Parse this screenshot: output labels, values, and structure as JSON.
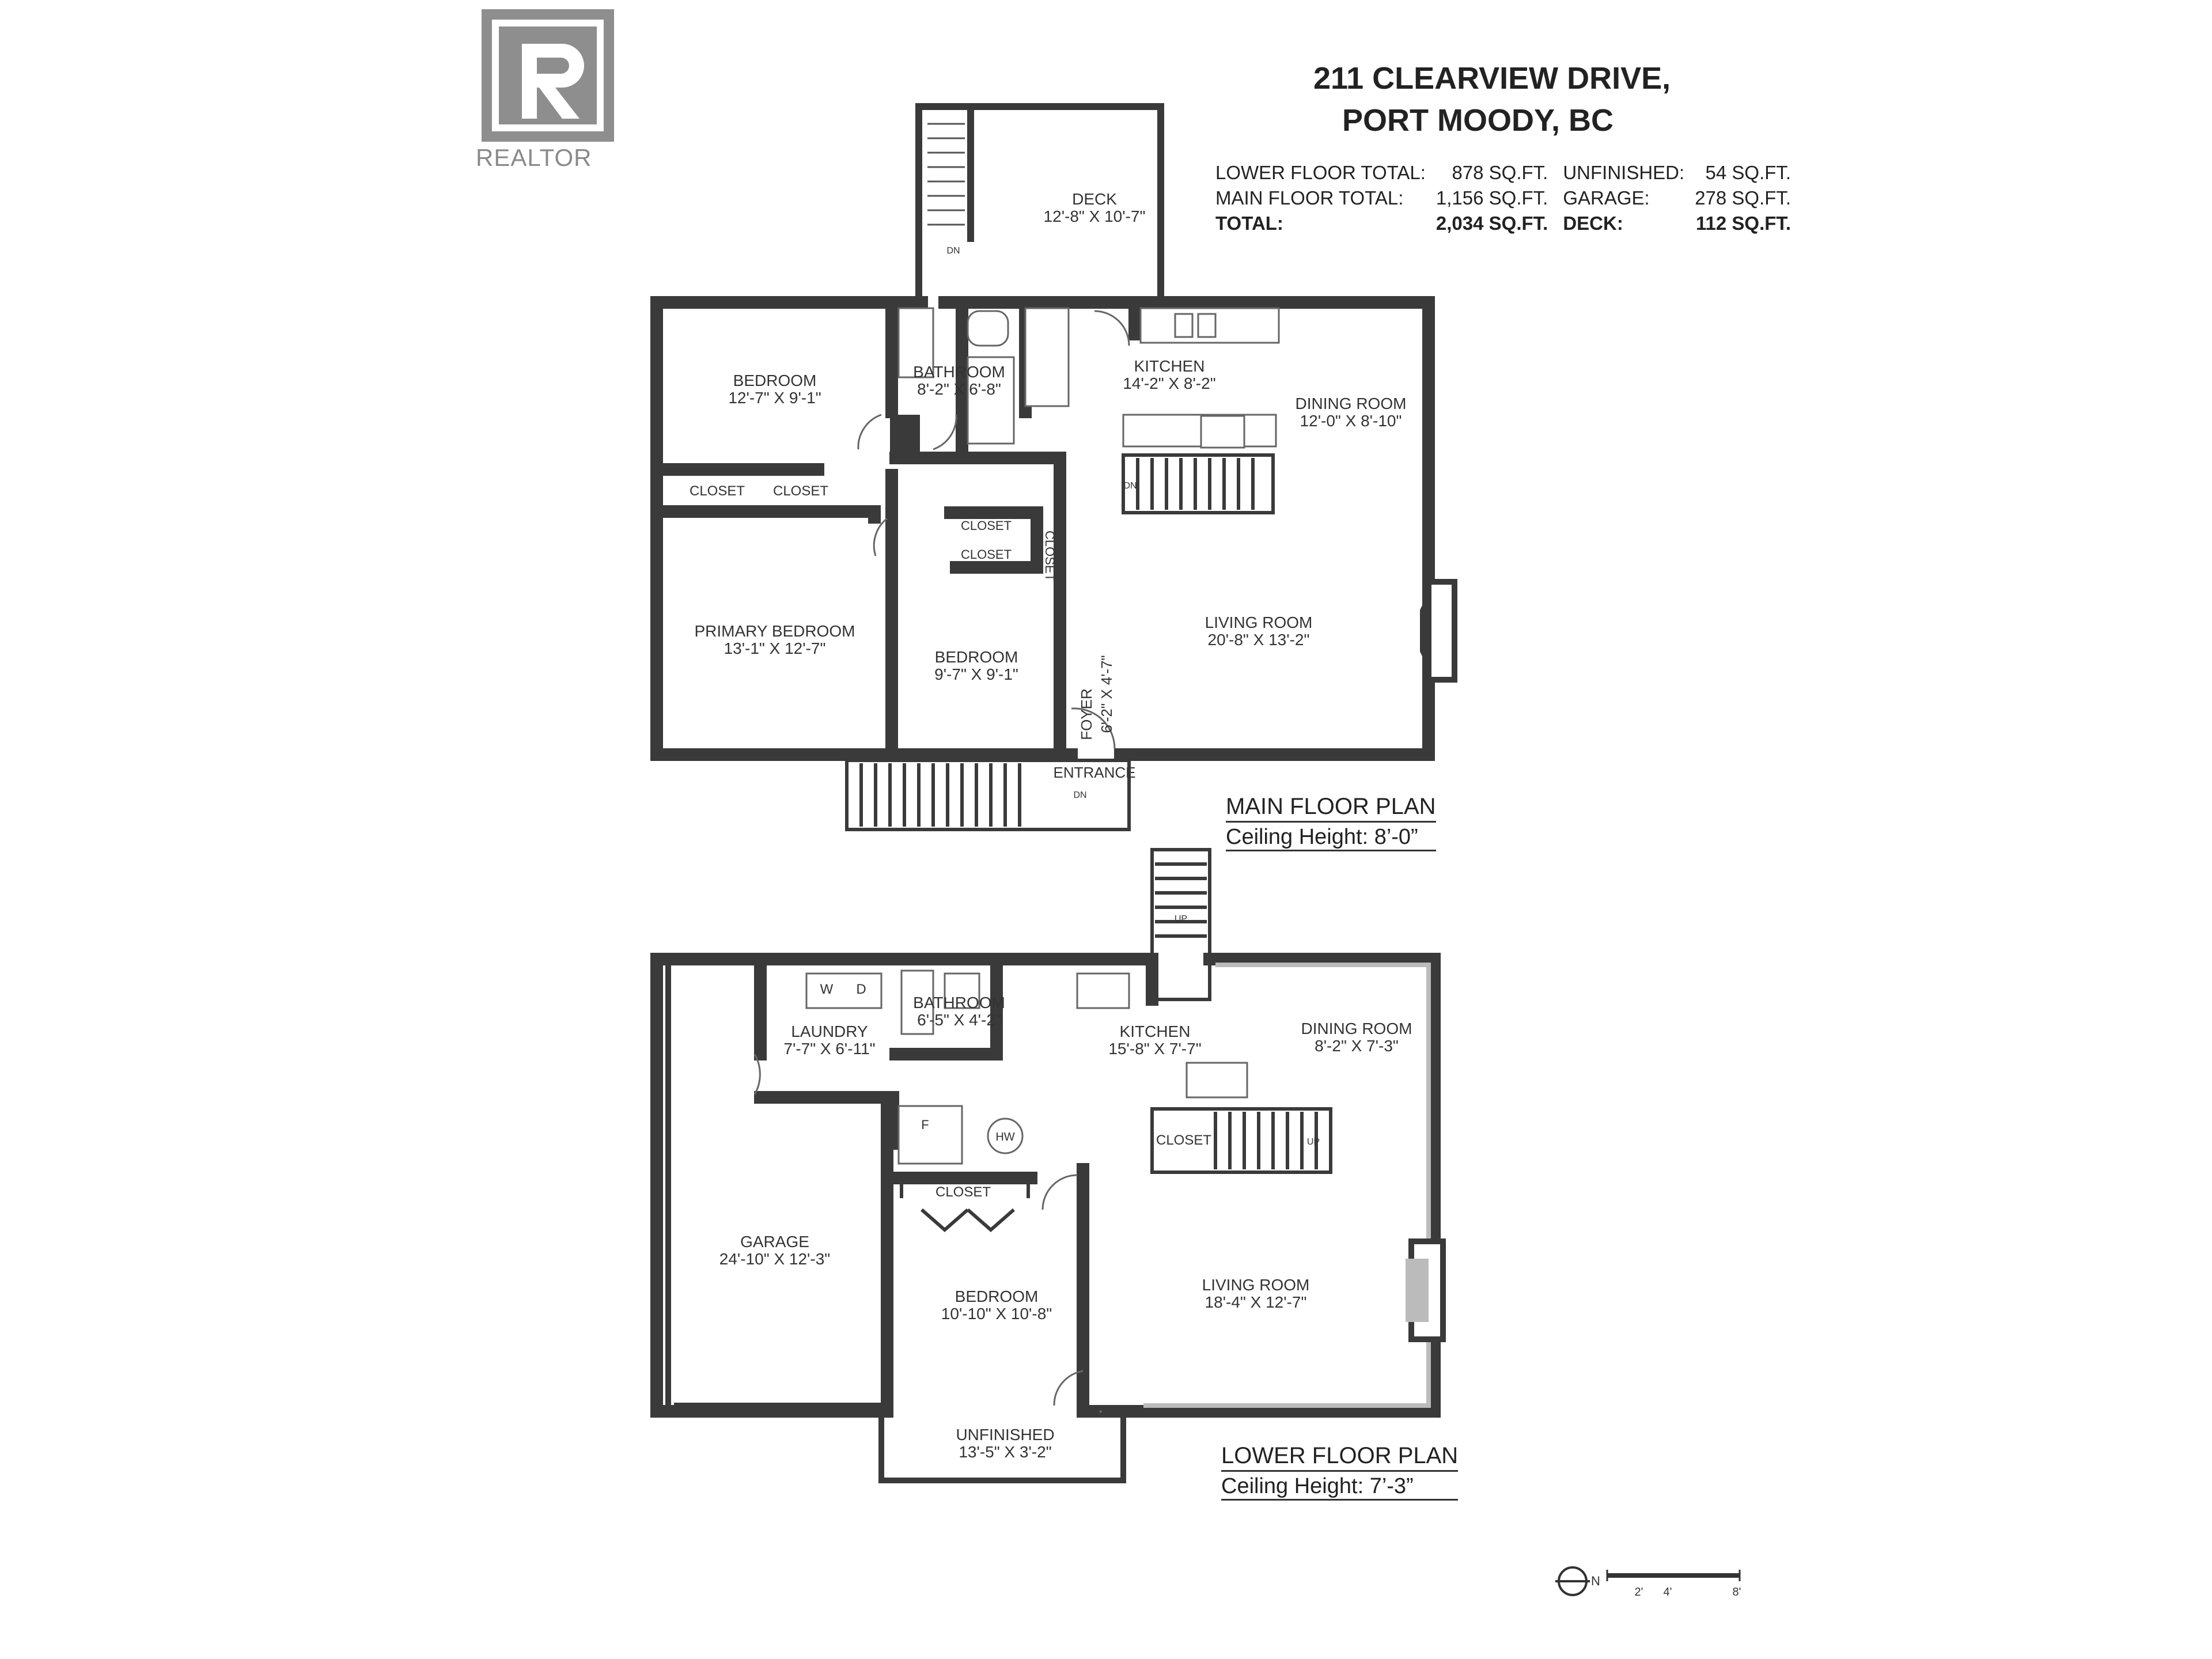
{
  "logo": {
    "text": "REALTOR",
    "icon": "realtor-r-logo"
  },
  "address": {
    "line1": "211 CLEARVIEW DRIVE,",
    "line2": "PORT MOODY, BC"
  },
  "stats": [
    {
      "label": "LOWER FLOOR TOTAL:",
      "value": "878 SQ.FT.",
      "label2": "UNFINISHED:",
      "value2": "54 SQ.FT.",
      "bold": false
    },
    {
      "label": "MAIN FLOOR TOTAL:",
      "value": "1,156 SQ.FT.",
      "label2": "GARAGE:",
      "value2": "278 SQ.FT.",
      "bold": false
    },
    {
      "label": "TOTAL:",
      "value": "2,034 SQ.FT.",
      "label2": "DECK:",
      "value2": "112 SQ.FT.",
      "bold": true
    }
  ],
  "main_floor": {
    "title": "MAIN FLOOR PLAN",
    "ceiling": "Ceiling Height: 8’-0”",
    "rooms": [
      {
        "id": "deck",
        "name": "DECK",
        "dim": "12'-8\" X 10'-7\""
      },
      {
        "id": "bedroom1",
        "name": "BEDROOM",
        "dim": "12'-7\" X 9'-1\""
      },
      {
        "id": "bathroom",
        "name": "BATHROOM",
        "dim": "8'-2\" X 6'-8\""
      },
      {
        "id": "kitchen",
        "name": "KITCHEN",
        "dim": "14'-2\" X 8'-2\""
      },
      {
        "id": "dining",
        "name": "DINING ROOM",
        "dim": "12'-0\" X 8'-10\""
      },
      {
        "id": "primary",
        "name": "PRIMARY BEDROOM",
        "dim": "13'-1\" X 12'-7\""
      },
      {
        "id": "bedroom2",
        "name": "BEDROOM",
        "dim": "9'-7\" X 9'-1\""
      },
      {
        "id": "living",
        "name": "LIVING ROOM",
        "dim": "20'-8\" X 13'-2\""
      }
    ],
    "labels": {
      "closet": "CLOSET",
      "foyer": "FOYER",
      "foyer_dim": "6'-2\" X 4'-7\"",
      "entrance": "ENTRANCE",
      "dn": "DN"
    }
  },
  "lower_floor": {
    "title": "LOWER FLOOR PLAN",
    "ceiling": "Ceiling Height: 7’-3”",
    "rooms": [
      {
        "id": "laundry",
        "name": "LAUNDRY",
        "dim": "7'-7\" X 6'-11\""
      },
      {
        "id": "bathroom",
        "name": "BATHROOM",
        "dim": "6'-5\" X 4'-2\""
      },
      {
        "id": "kitchen",
        "name": "KITCHEN",
        "dim": "15'-8\" X 7'-7\""
      },
      {
        "id": "dining",
        "name": "DINING ROOM",
        "dim": "8'-2\" X 7'-3\""
      },
      {
        "id": "garage",
        "name": "GARAGE",
        "dim": "24'-10\" X 12'-3\""
      },
      {
        "id": "bedroom",
        "name": "BEDROOM",
        "dim": "10'-10\" X 10'-8\""
      },
      {
        "id": "living",
        "name": "LIVING ROOM",
        "dim": "18'-4\" X 12'-7\""
      },
      {
        "id": "unfinished",
        "name": "UNFINISHED",
        "dim": "13'-5\" X 3'-2\""
      }
    ],
    "labels": {
      "closet": "CLOSET",
      "up": "UP",
      "washer": "W",
      "dryer": "D",
      "furnace": "F",
      "hot_water": "HW"
    }
  },
  "scale": {
    "north": "N",
    "ticks": [
      "2'",
      "4'",
      "8'"
    ]
  }
}
